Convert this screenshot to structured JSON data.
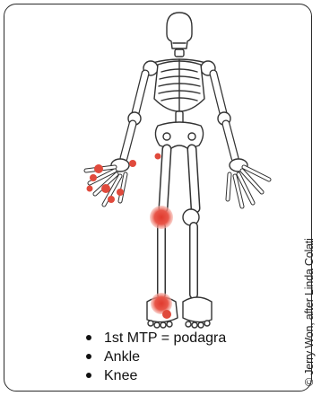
{
  "figure": {
    "bullets": [
      {
        "text": "1st MTP = podagra"
      },
      {
        "text": "Ankle"
      },
      {
        "text": "Knee"
      }
    ],
    "credit": "© Jerry Won, after Linda Colati"
  },
  "colors": {
    "bone_outline": "#333333",
    "joint_highlight": "#e04a3c",
    "joint_glow": "#f4a79c",
    "border": "#2a2a2a"
  },
  "icons": [
    "skeleton-figure",
    "inflamed-joint-marker"
  ]
}
